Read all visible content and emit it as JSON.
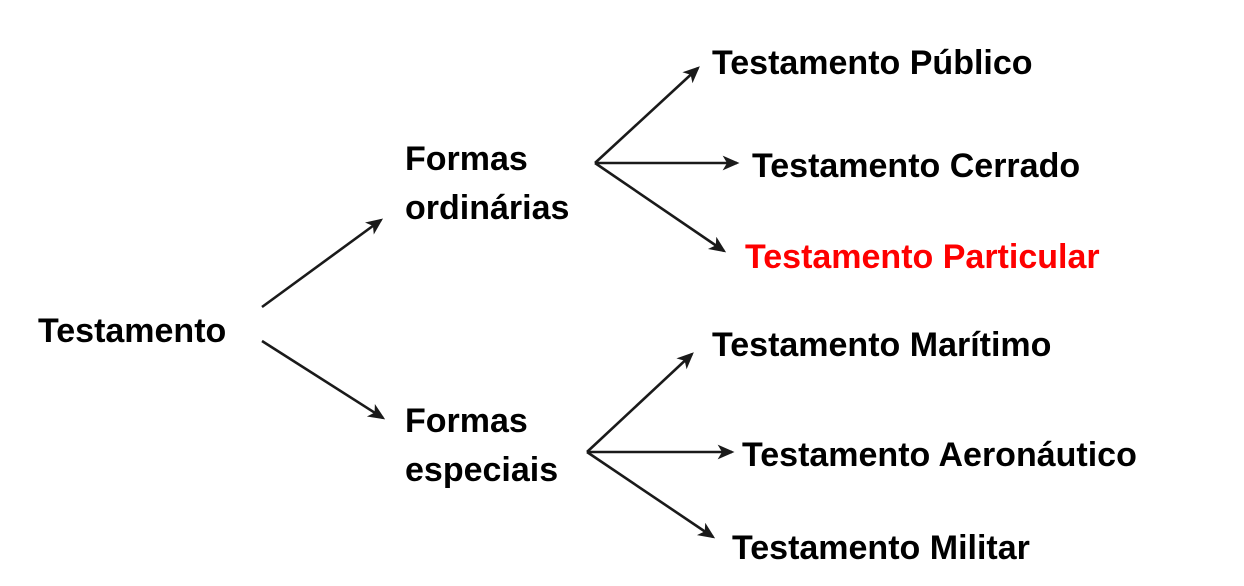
{
  "colors": {
    "background": "#ffffff",
    "text": "#000000",
    "highlight": "#fe0000",
    "arrow": "#1a1a1a"
  },
  "diagram": {
    "root": {
      "label": "Testamento"
    },
    "branches": [
      {
        "label_line1": "Formas",
        "label_line2": "ordinárias",
        "children": [
          {
            "label": "Testamento Público",
            "highlighted": false
          },
          {
            "label": "Testamento Cerrado",
            "highlighted": false
          },
          {
            "label": "Testamento Particular",
            "highlighted": true
          }
        ]
      },
      {
        "label_line1": "Formas",
        "label_line2": "especiais",
        "children": [
          {
            "label": "Testamento Marítimo",
            "highlighted": false
          },
          {
            "label": "Testamento Aeronáutico",
            "highlighted": false
          },
          {
            "label": "Testamento Militar",
            "highlighted": false
          }
        ]
      }
    ]
  }
}
